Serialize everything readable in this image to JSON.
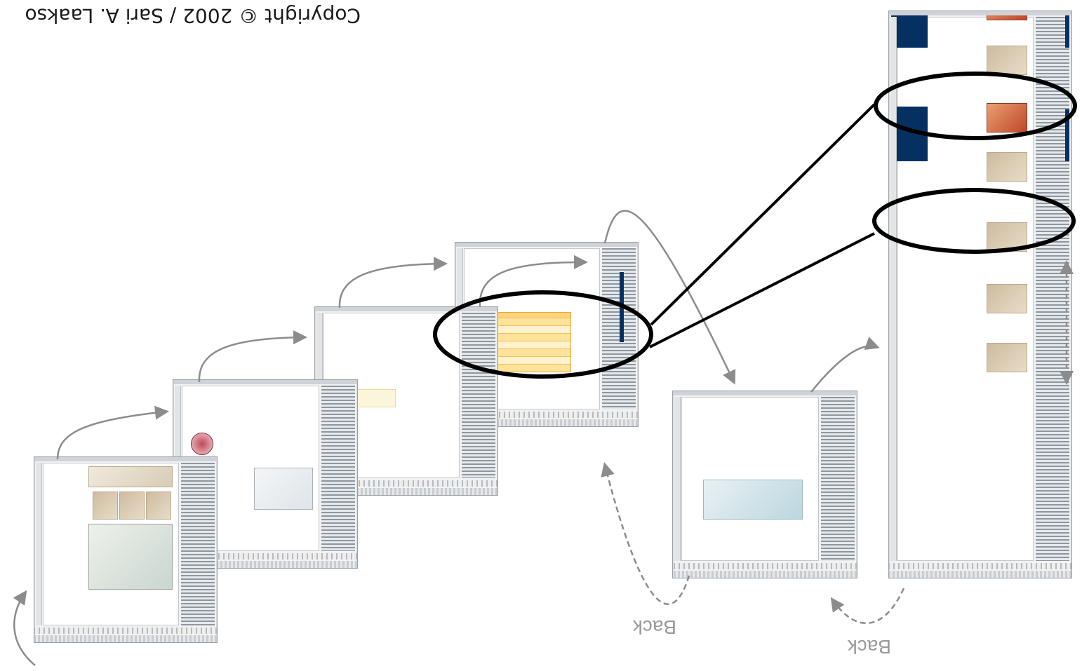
{
  "copyright": "Copyright © 2002 / Sari A. Laakso",
  "labels": {
    "back_1": "Back",
    "back_2": "Back"
  },
  "colors": {
    "navy": "#063062",
    "arrow_gray": "#8c8c8c",
    "highlight_black": "#000000",
    "table_yellow": "#ffd37a"
  },
  "screens": [
    {
      "id": "screen-1",
      "kind": "home page"
    },
    {
      "id": "screen-2",
      "kind": "second page"
    },
    {
      "id": "screen-3",
      "kind": "third page"
    },
    {
      "id": "screen-4",
      "kind": "table page"
    },
    {
      "id": "screen-5",
      "kind": "intermediate page"
    },
    {
      "id": "screen-6",
      "kind": "long scrolling results list"
    }
  ]
}
